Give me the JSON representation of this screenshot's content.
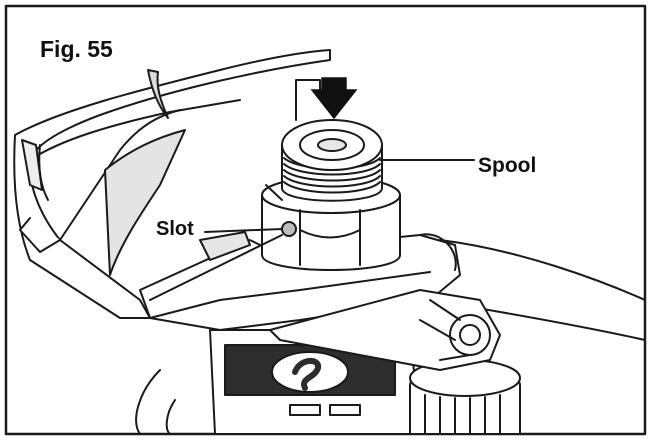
{
  "figure": {
    "label": "Fig. 55"
  },
  "callouts": {
    "spool": "Spool",
    "slot": "Slot"
  },
  "colors": {
    "line": "#1a1a1a",
    "fill": "#ffffff",
    "shade": "#d9d9d9",
    "dark": "#3a3a3a"
  }
}
